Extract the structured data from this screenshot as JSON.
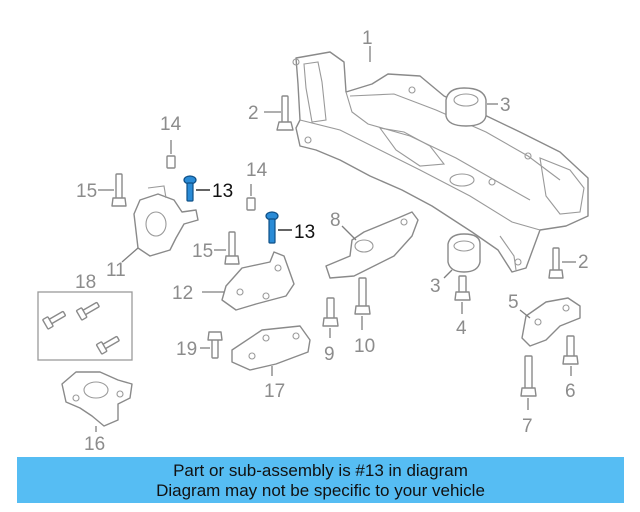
{
  "callouts": {
    "c1": "1",
    "c2a": "2",
    "c2b": "2",
    "c3a": "3",
    "c3b": "3",
    "c4": "4",
    "c5": "5",
    "c6": "6",
    "c7": "7",
    "c8": "8",
    "c9": "9",
    "c10": "10",
    "c11": "11",
    "c12": "12",
    "c13a": "13",
    "c13b": "13",
    "c14a": "14",
    "c14b": "14",
    "c15a": "15",
    "c15b": "15",
    "c16": "16",
    "c17": "17",
    "c18": "18",
    "c19": "19"
  },
  "highlight_part": "13",
  "colors": {
    "banner": "#56bdf3",
    "highlight": "#2a8bd6",
    "line": "#8a8a8a"
  },
  "banner": {
    "line1": "Part or sub-assembly is #13 in diagram",
    "line2": "Diagram may not be specific to your vehicle"
  }
}
